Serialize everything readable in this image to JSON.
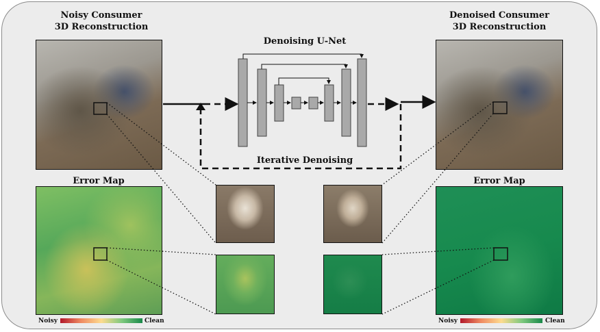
{
  "left_title": [
    "Noisy Consumer",
    "3D Reconstruction"
  ],
  "right_title": [
    "Denoised Consumer",
    "3D Reconstruction"
  ],
  "unet_label": "Denoising U-Net",
  "iter_label": "Iterative Denoising",
  "error_map_left": "Error Map",
  "error_map_right": "Error Map",
  "colorbar_left": {
    "low": "Noisy",
    "high": "Clean"
  },
  "colorbar_right": {
    "low": "Noisy",
    "high": "Clean"
  }
}
